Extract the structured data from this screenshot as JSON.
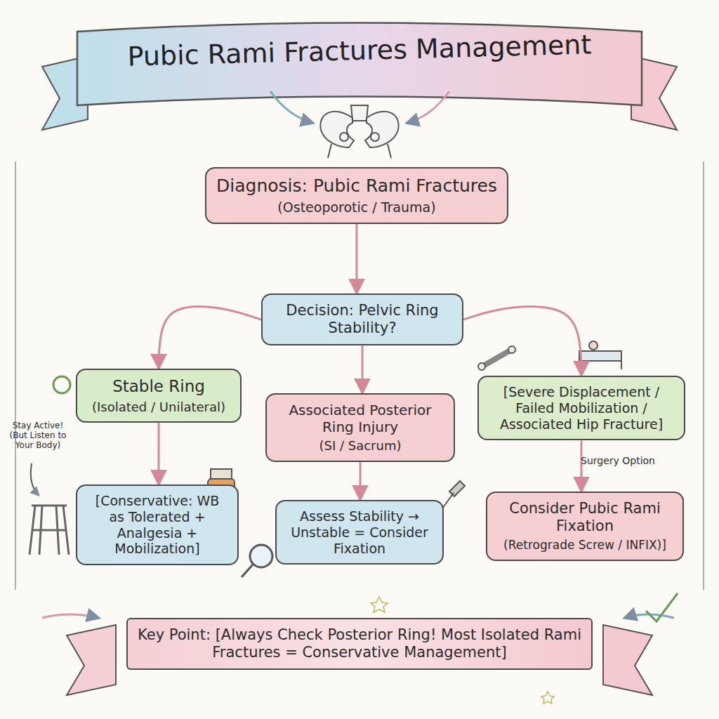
{
  "diagram": {
    "title": "Pubic Rami Fractures Management",
    "nodes": [
      {
        "text": [
          "Diagnosis: Pubic Rami Fractures",
          "(Osteoporotic / Trauma)"
        ]
      },
      {
        "text": [
          "Decision: Pelvic Ring Stability?"
        ]
      },
      {
        "text": [
          "Stable Ring",
          "(Isolated / Unilateral)"
        ]
      },
      {
        "text": [
          "Associated Posterior Ring Injury",
          "(SI / Sacrum)"
        ]
      },
      {
        "text": [
          "[Severe Displacement / Failed Mobilization / Associated Hip Fracture]"
        ]
      },
      {
        "text": [
          "[Conservative: WB as Tolerated + Analgesia + Mobilization]"
        ]
      },
      {
        "text": [
          "Assess Stability → Unstable = Consider Fixation"
        ]
      },
      {
        "text": [
          "Consider Pubic Rami Fixation",
          "(Retrograde Screw / INFIX)]"
        ]
      },
      {
        "text": [
          "Key Point: [Always Check Posterior Ring! Most Isolated Rami Fractures = Conservative Management]"
        ]
      }
    ],
    "edges": [
      {
        "from": 0,
        "to": 1,
        "arrow": "to"
      },
      {
        "from": 1,
        "to": 2,
        "arrow": "to"
      },
      {
        "from": 1,
        "to": 3,
        "arrow": "to"
      },
      {
        "from": 1,
        "to": 4,
        "arrow": "to"
      },
      {
        "from": 2,
        "to": 5,
        "arrow": "to"
      },
      {
        "from": 3,
        "to": 6,
        "arrow": "to"
      },
      {
        "from": 4,
        "to": 7,
        "arrow": "to"
      }
    ],
    "labels": [
      "Stay Active! (But Listen to Your Body)",
      "Surgery Option"
    ]
  }
}
